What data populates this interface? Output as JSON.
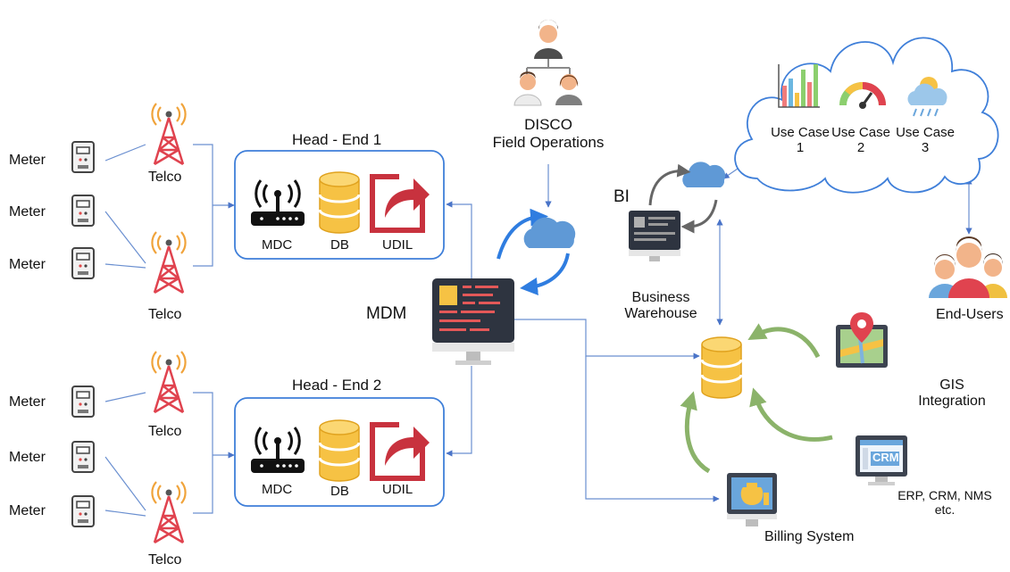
{
  "meters": {
    "group1": [
      "Meter",
      "Meter",
      "Meter"
    ],
    "group2": [
      "Meter",
      "Meter",
      "Meter"
    ]
  },
  "telco": [
    "Telco",
    "Telco",
    "Telco",
    "Telco"
  ],
  "head_end_1": {
    "title": "Head - End 1",
    "mdc": "MDC",
    "db": "DB",
    "udil": "UDIL"
  },
  "head_end_2": {
    "title": "Head - End 2",
    "mdc": "MDC",
    "db": "DB",
    "udil": "UDIL"
  },
  "mdm": "MDM",
  "disco": {
    "line1": "DISCO",
    "line2": "Field Operations"
  },
  "bi": "BI",
  "business_warehouse": {
    "line1": "Business",
    "line2": "Warehouse"
  },
  "use_cases": [
    {
      "line1": "Use Case",
      "line2": "1"
    },
    {
      "line1": "Use Case",
      "line2": "2"
    },
    {
      "line1": "Use Case",
      "line2": "3"
    }
  ],
  "end_users": "End-Users",
  "gis": {
    "line1": "GIS",
    "line2": "Integration"
  },
  "erp": {
    "line1": "ERP, CRM, NMS",
    "line2": "etc.",
    "screen_text": "CRM"
  },
  "billing": "Billing System",
  "colors": {
    "connector": "#6a8fd0",
    "box_border": "#3f7fd9",
    "tower": "#e0434f",
    "db": "#f6c244",
    "udil": "#c8323e",
    "cloud": "#5f99d6",
    "green_arrow": "#8bb36a"
  }
}
